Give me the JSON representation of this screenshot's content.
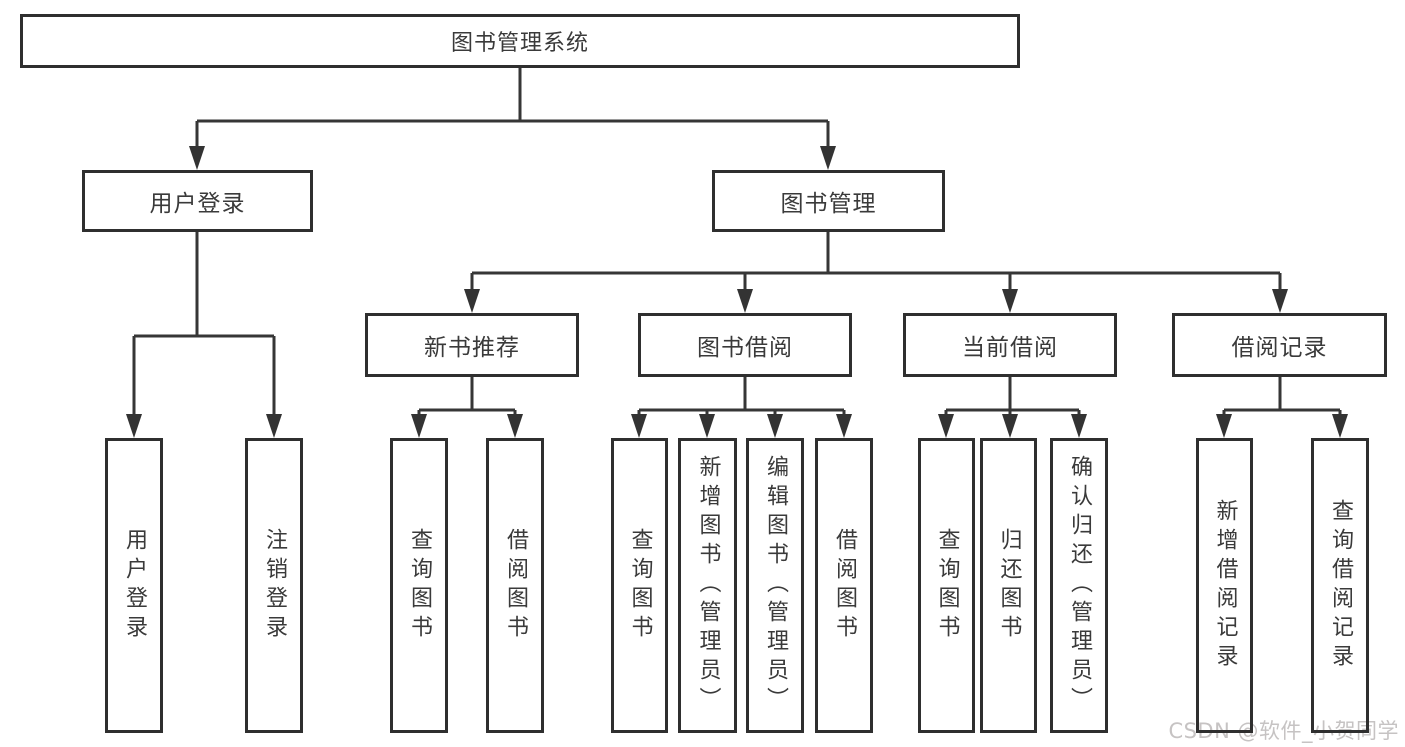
{
  "diagram": {
    "colors": {
      "background": "#ffffff",
      "line": "#363636",
      "box_border": "#2f2f2f",
      "text": "#3a3a3a",
      "watermark": "#c6c3c3"
    },
    "nodes": {
      "root": {
        "label": "图书管理系统"
      },
      "level2": [
        {
          "label": "用户登录"
        },
        {
          "label": "图书管理"
        }
      ],
      "level3": [
        {
          "label": "新书推荐",
          "parent": "图书管理"
        },
        {
          "label": "图书借阅",
          "parent": "图书管理"
        },
        {
          "label": "当前借阅",
          "parent": "图书管理"
        },
        {
          "label": "借阅记录",
          "parent": "图书管理"
        }
      ],
      "leaves": [
        {
          "label": "用户登录",
          "parent": "用户登录"
        },
        {
          "label": "注销登录",
          "parent": "用户登录"
        },
        {
          "label": "查询图书",
          "parent": "新书推荐"
        },
        {
          "label": "借阅图书",
          "parent": "新书推荐"
        },
        {
          "label": "查询图书",
          "parent": "图书借阅"
        },
        {
          "label": "新增图书（管理员）",
          "parent": "图书借阅"
        },
        {
          "label": "编辑图书（管理员）",
          "parent": "图书借阅"
        },
        {
          "label": "借阅图书",
          "parent": "图书借阅"
        },
        {
          "label": "查询图书",
          "parent": "当前借阅"
        },
        {
          "label": "归还图书",
          "parent": "当前借阅"
        },
        {
          "label": "确认归还（管理员）",
          "parent": "当前借阅"
        },
        {
          "label": "新增借阅记录",
          "parent": "借阅记录"
        },
        {
          "label": "查询借阅记录",
          "parent": "借阅记录"
        }
      ]
    },
    "watermark": {
      "text": "CSDN @软件_小贺同学"
    }
  }
}
